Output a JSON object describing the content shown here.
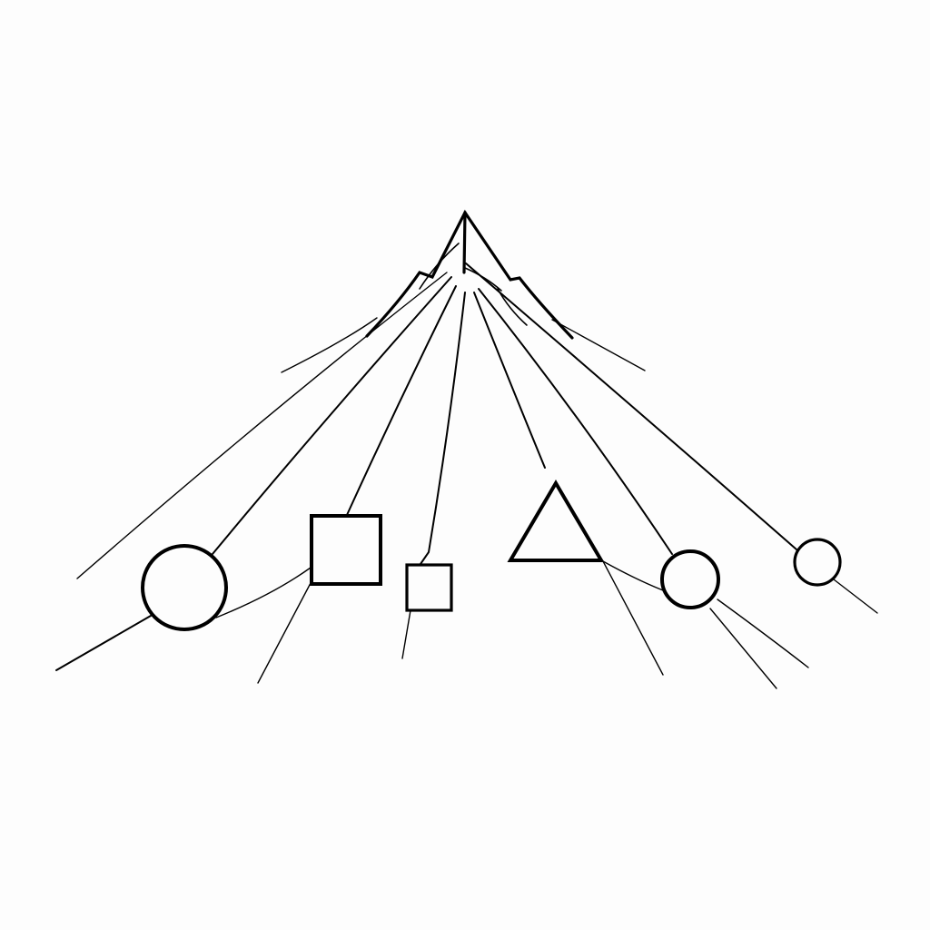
{
  "drawing": {
    "background_color": "#fdfdfd",
    "ink_color": "#000000",
    "peak_icon": "mountain-peak",
    "shapes": [
      {
        "name": "large-circle-icon",
        "kind": "circle"
      },
      {
        "name": "large-square-icon",
        "kind": "square"
      },
      {
        "name": "small-square-icon",
        "kind": "square"
      },
      {
        "name": "triangle-icon",
        "kind": "triangle"
      },
      {
        "name": "medium-circle-icon",
        "kind": "circle"
      },
      {
        "name": "small-circle-icon",
        "kind": "circle"
      }
    ]
  }
}
